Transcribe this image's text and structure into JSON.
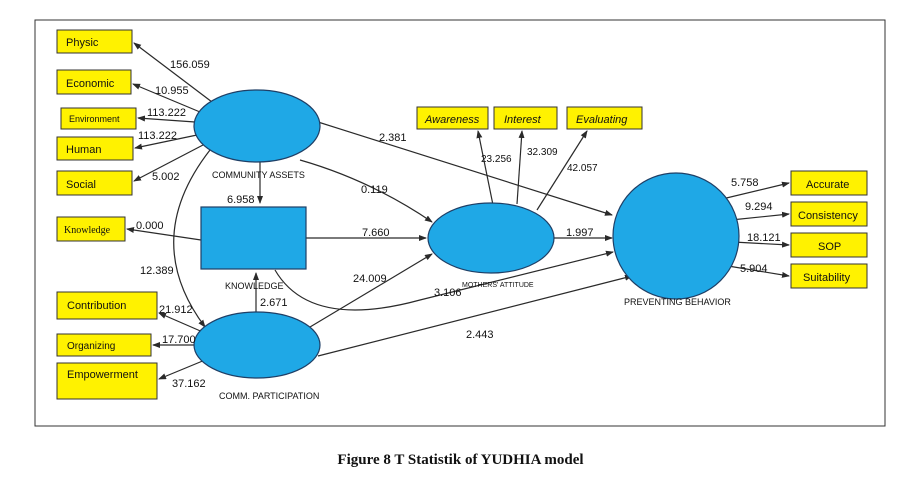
{
  "caption": "Figure 8 T Statistik of YUDHIA model",
  "colors": {
    "latent_fill": "#1FA8E6",
    "indicator_fill": "#FFF200",
    "edge": "#2A2A2A"
  },
  "latents": {
    "community_assets": "COMMUNITY ASSETS",
    "knowledge": "KNOWLEDGE",
    "comm_participation": "COMM. PARTICIPATION",
    "mothers_attitude": "MOTHERS' ATTITUDE",
    "preventing_behavior": "PREVENTING BEHAVIOR"
  },
  "indicators": {
    "physic": "Physic",
    "economic": "Economic",
    "environment": "Environment",
    "human": "Human",
    "social": "Social",
    "knowledge_ind": "Knowledge",
    "contribution": "Contribution",
    "organizing": "Organizing",
    "empowerment": "Empowerment",
    "awareness": "Awareness",
    "interest": "Interest",
    "evaluating": "Evaluating",
    "accurate": "Accurate",
    "consistency": "Consistency",
    "sop": "SOP",
    "suitability": "Suitability"
  },
  "coefficients": {
    "ca_physic": "156.059",
    "ca_economic": "10.955",
    "ca_environment": "113.222",
    "ca_human": "113.222",
    "ca_social": "5.002",
    "kn_knowledge": "0.000",
    "cp_contribution": "21.912",
    "cp_organizing": "17.700",
    "cp_empowerment": "37.162",
    "ma_awareness": "23.256",
    "ma_interest": "32.309",
    "ma_evaluating": "42.057",
    "pb_accurate": "5.758",
    "pb_consistency": "9.294",
    "pb_sop": "18.121",
    "pb_suitability": "5.904",
    "ca_pb": "2.381",
    "ca_ma": "0.119",
    "ca_kn": "6.958",
    "ca_cp": "12.389",
    "kn_ma": "7.660",
    "kn_pb": "3.106",
    "cp_kn": "2.671",
    "cp_ma": "24.009",
    "cp_pb": "2.443",
    "ma_pb": "1.997"
  }
}
